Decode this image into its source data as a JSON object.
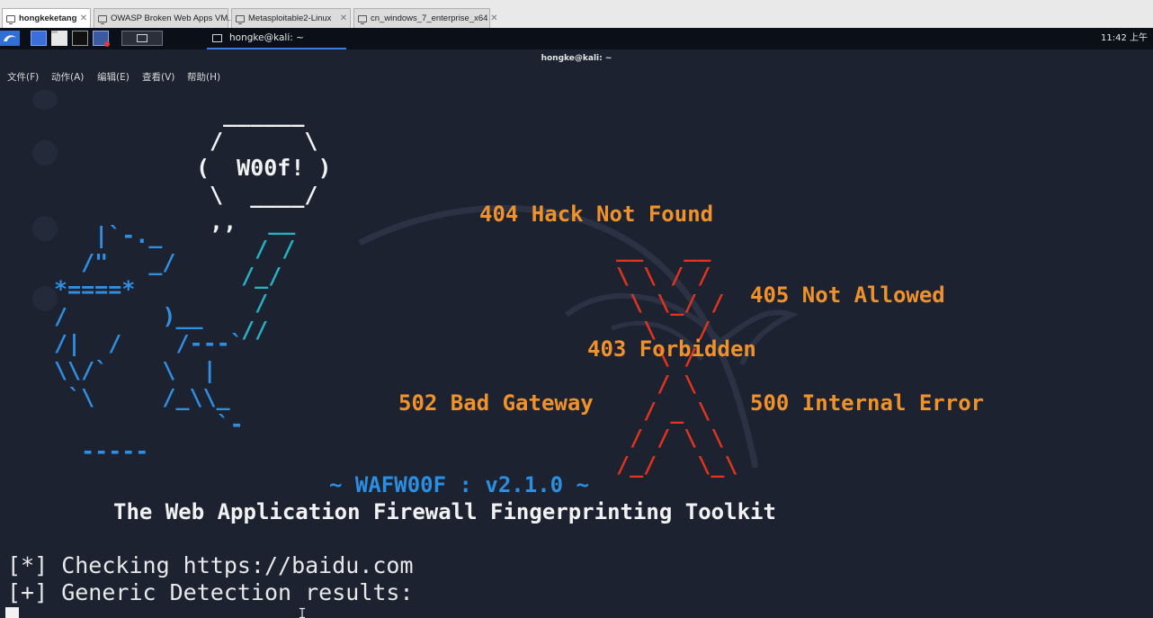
{
  "vm_tabs": [
    {
      "label": "hongkeketang",
      "active": true
    },
    {
      "label": "OWASP Broken Web Apps VM...",
      "active": false
    },
    {
      "label": "Metasploitable2-Linux",
      "active": false
    },
    {
      "label": "cn_windows_7_enterprise_x64",
      "active": false
    }
  ],
  "panel": {
    "task_title": "hongke@kali: ~",
    "clock": "11:42 上午"
  },
  "window": {
    "title": "hongke@kali: ~",
    "menu": [
      "文件(F)",
      "动作(A)",
      "编辑(E)",
      "查看(V)",
      "帮助(H)"
    ]
  },
  "ascii_art": {
    "bubble": "  ______\n /      \\\n(  W00f! )\n \\  ____/\n ,,",
    "dog": "   |`-._\n  /\"   _/\n*====*\n/       )__\n/|  /    /---`\n\\\\/`    \\  |\n `\\     /_\\\\_\n            `-\n  -----",
    "stick": "    __\n   / /\n  /_/\n   /\n  //",
    "x_art": " __   __\n \\ \\ / /\n  \\ \\_/ /\n   \\   /\n    \\ /\n    / \\\n   / _ \\\n  / / \\ \\\n /_/   \\_\\"
  },
  "http_errors": {
    "e404": "404 Hack Not Found",
    "e405": "405 Not Allowed",
    "e403": "403 Forbidden",
    "e502": "502 Bad Gateway",
    "e500": "500 Internal Error"
  },
  "banner": {
    "version": "~ WAFW00F : v2.1.0 ~",
    "tagline": "The Web Application Firewall Fingerprinting Toolkit"
  },
  "output": [
    "[*] Checking https://baidu.com",
    "[+] Generic Detection results:"
  ],
  "colors": {
    "background": "#1d2230",
    "error_text": "#f0922b",
    "red_x": "#e0341e",
    "dog_blue": "#2f8fe0",
    "version_blue": "#2b8ee0"
  }
}
